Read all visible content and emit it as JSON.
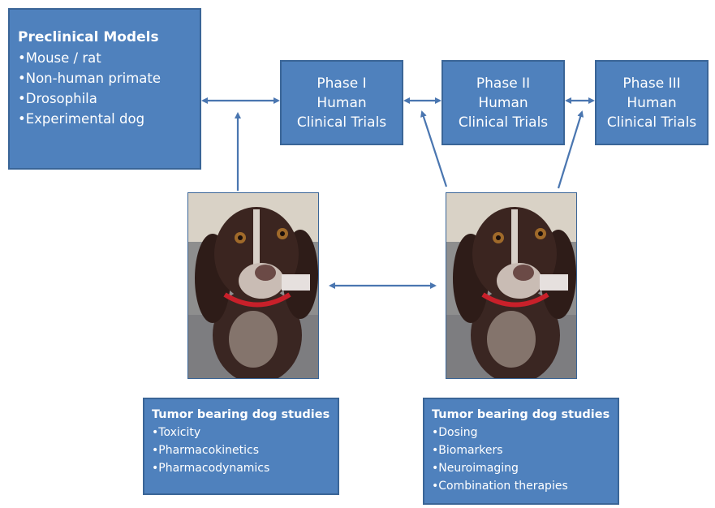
{
  "preclinical": {
    "title": "Preclinical Models",
    "items": [
      "Mouse / rat",
      "Non-human primate",
      "Drosophila",
      "Experimental dog"
    ]
  },
  "phases": [
    {
      "line1": "Phase I",
      "line2": "Human",
      "line3": "Clinical Trials"
    },
    {
      "line1": "Phase II",
      "line2": "Human",
      "line3": "Clinical Trials"
    },
    {
      "line1": "Phase III",
      "line2": "Human",
      "line3": "Clinical Trials"
    }
  ],
  "dog_studies_left": {
    "title": "Tumor bearing dog studies",
    "items": [
      "Toxicity",
      "Pharmacokinetics",
      "Pharmacodynamics"
    ]
  },
  "dog_studies_right": {
    "title": "Tumor bearing dog studies",
    "items": [
      "Dosing",
      "Biomarkers",
      "Neuroimaging",
      "Combination therapies"
    ]
  },
  "colors": {
    "box_fill": "#4f81bd",
    "box_border": "#3a6597",
    "arrow": "#4a76b0",
    "text": "#ffffff"
  },
  "images": [
    "dog-photo",
    "dog-photo"
  ]
}
